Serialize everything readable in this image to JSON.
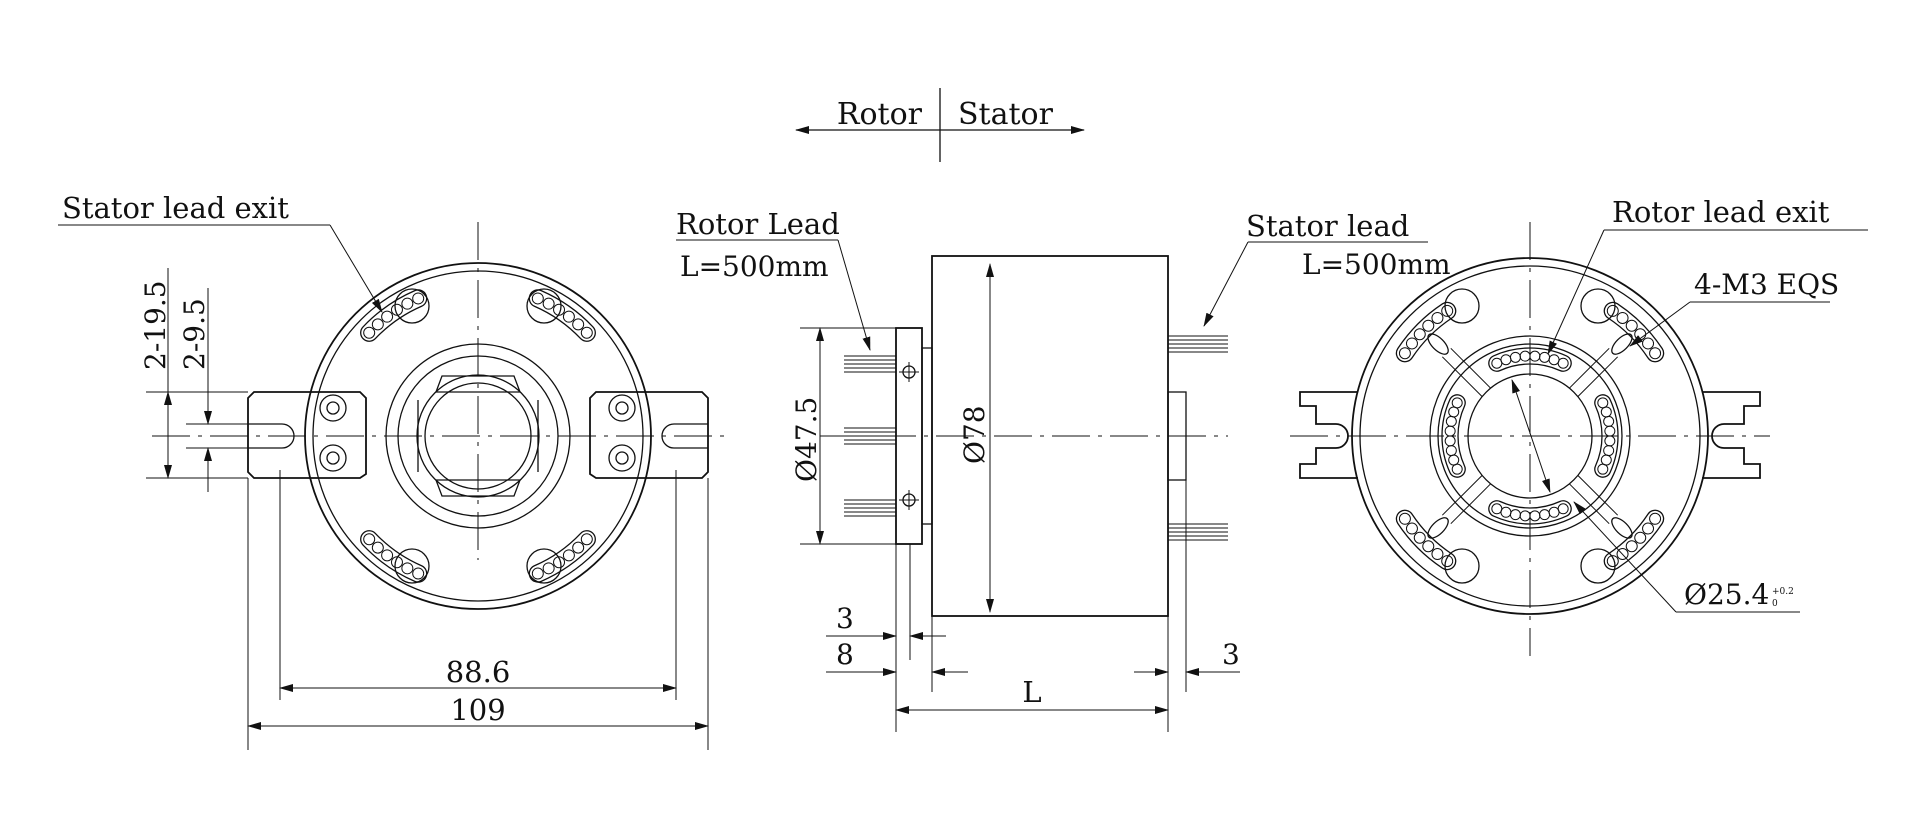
{
  "direction": {
    "left": "Rotor",
    "right": "Stator"
  },
  "left_view": {
    "lead_exit_label": "Stator lead exit",
    "dims": {
      "outer_hole": "2-19.5",
      "inner_hole": "2-9.5",
      "bolt_span": "88.6",
      "overall_width": "109"
    }
  },
  "side_view": {
    "rotor_lead_label": "Rotor Lead",
    "rotor_lead_length": "L=500mm",
    "stator_lead_label": "Stator lead",
    "stator_lead_length": "L=500mm",
    "dims": {
      "flange_dia": "Ø47.5",
      "body_dia": "Ø78",
      "flange_thk": "3",
      "flange_offset": "8",
      "body_length": "L",
      "rear_thk": "3"
    }
  },
  "right_view": {
    "lead_exit_label": "Rotor lead exit",
    "thread_label": "4-M3 EQS",
    "bore_dia": "Ø25.4",
    "bore_tol_upper": "+0.2",
    "bore_tol_lower": "0"
  }
}
